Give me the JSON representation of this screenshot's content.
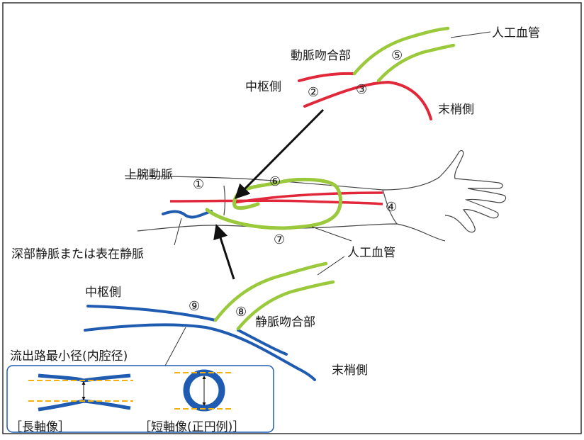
{
  "colors": {
    "artery": "#e0283a",
    "vein": "#1f5bb0",
    "graft": "#9bc93c",
    "measure": "#f2b10f",
    "outline": "#333333"
  },
  "labels": {
    "top_graft": "人工血管",
    "arterial_anastomosis": "動脈吻合部",
    "central_side_top": "中枢側",
    "peripheral_side_top": "末梢側",
    "brachial_artery": "上腕動脈",
    "deep_or_superficial_vein": "深部静脈または表在静脈",
    "mid_graft": "人工血管",
    "central_side_bottom": "中枢側",
    "venous_anastomosis": "静脈吻合部",
    "peripheral_side_bottom": "末梢側",
    "outflow_min_diameter": "流出路最小径(内腔径)",
    "long_axis": "［長軸像］",
    "short_axis": "［短軸像(正円例)］"
  },
  "markers": [
    "①",
    "②",
    "③",
    "④",
    "⑤",
    "⑥",
    "⑦",
    "⑧",
    "⑨"
  ],
  "icons": [
    "arm-illustration",
    "arrow-icon"
  ]
}
